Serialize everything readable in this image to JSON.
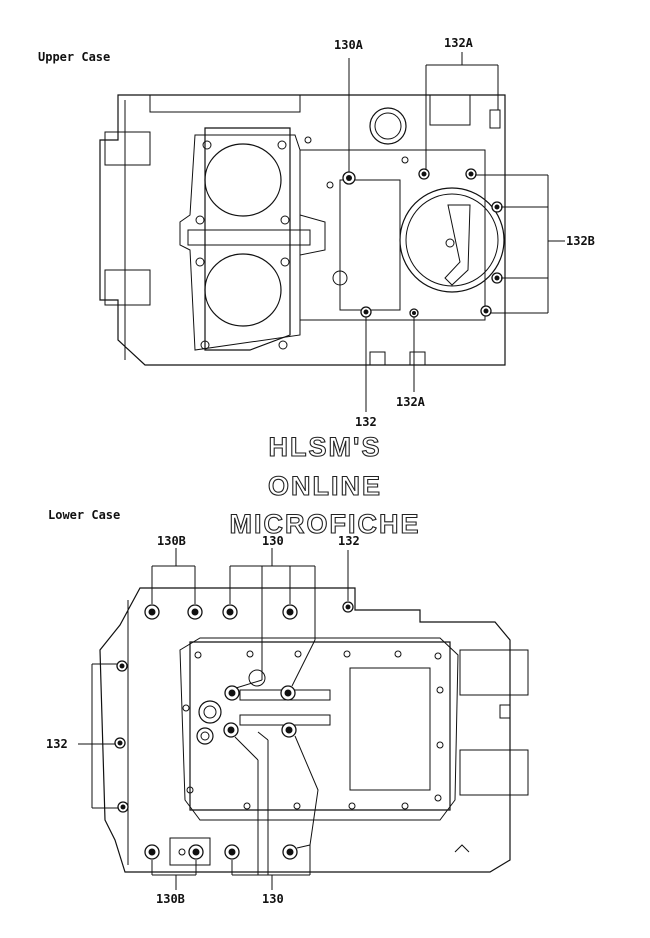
{
  "sections": {
    "upper_title": "Upper Case",
    "lower_title": "Lower Case"
  },
  "watermark": {
    "line1": "HLSM'S",
    "line2": "ONLINE",
    "line3": "MICROFICHE"
  },
  "upper_callouts": {
    "c130a": "130A",
    "c132a_top": "132A",
    "c132b": "132B",
    "c132": "132",
    "c132a_bottom": "132A"
  },
  "lower_callouts": {
    "c130b_top": "130B",
    "c130_top": "130",
    "c132_top": "132",
    "c132_left": "132",
    "c130b_bottom": "130B",
    "c130_bottom": "130"
  },
  "colors": {
    "ink": "#111111",
    "paper": "#ffffff"
  }
}
